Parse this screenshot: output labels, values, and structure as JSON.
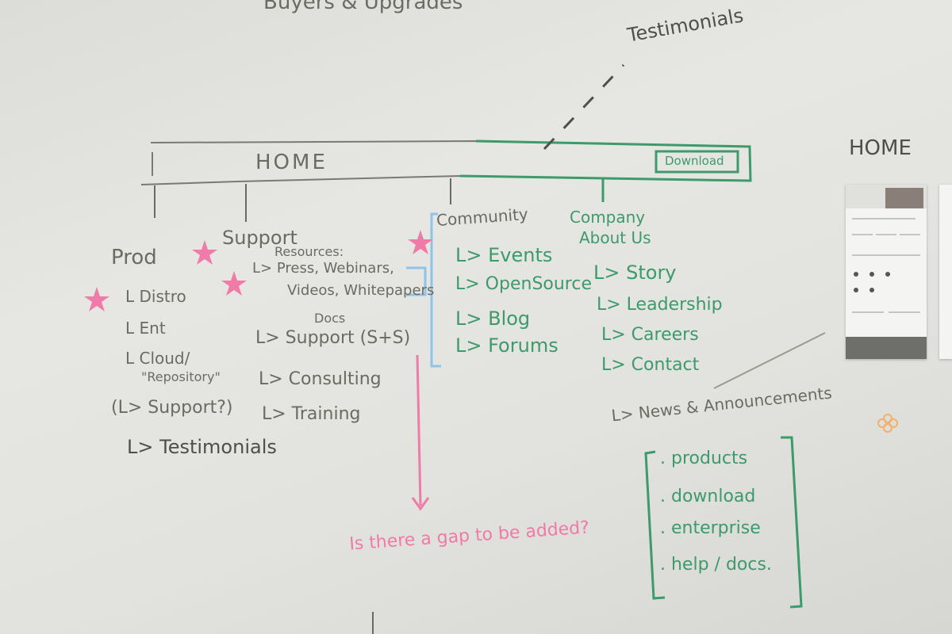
{
  "top_partial": "Buyers & Upgrades",
  "testimonials_top": "Testimonials",
  "home_bar": {
    "title": "HOME",
    "download": "Download"
  },
  "prod": {
    "heading": "Prod",
    "items": [
      "L Distro",
      "L Ent",
      "L Cloud/",
      "\"Repository\"",
      "(L> Support?)",
      "L> Testimonials"
    ]
  },
  "support": {
    "heading": "Support",
    "resources": "Resources:",
    "press": "L> Press, Webinars,",
    "videos": "Videos, Whitepapers",
    "docs": "Docs",
    "items": [
      "L> Support (S+S)",
      "L> Consulting",
      "L> Training"
    ]
  },
  "community": {
    "heading": "Community",
    "items": [
      "L> Events",
      "L> OpenSource",
      "L> Blog",
      "L> Forums"
    ]
  },
  "company": {
    "heading": "Company",
    "subheading": "About Us",
    "items": [
      "L> Story",
      "L> Leadership",
      "L> Careers",
      "L> Contact",
      "L> News & Announcements"
    ]
  },
  "pink_note": "Is there a gap to be added?",
  "list_box": {
    "items": [
      ". products",
      ". download",
      ". enterprise",
      ". help / docs."
    ]
  },
  "right_home": "HOME",
  "colors": {
    "board": "#e2e2de",
    "gray_ink": "#6b6b66",
    "green_ink": "#3d9a6a",
    "pink_ink": "#f07aa8"
  }
}
